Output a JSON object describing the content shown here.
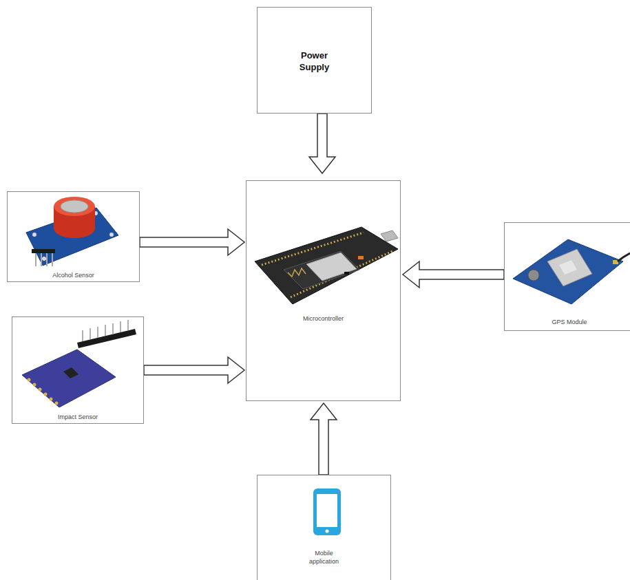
{
  "diagram": {
    "nodes": [
      {
        "text": [
          "Power Supply"
        ]
      },
      {
        "text": [
          "Alcohol Sensor"
        ]
      },
      {
        "text": [
          "Microcontroller"
        ]
      },
      {
        "text": [
          "GPS Module"
        ]
      },
      {
        "text": [
          "Impact Sensor"
        ]
      },
      {
        "text": [
          "Mobile application"
        ]
      }
    ],
    "edges": [
      {
        "from": 0,
        "to": 2,
        "arrow": "to"
      },
      {
        "from": 1,
        "to": 2,
        "arrow": "to"
      },
      {
        "from": 3,
        "to": 2,
        "arrow": "to"
      },
      {
        "from": 4,
        "to": 2,
        "arrow": "to"
      },
      {
        "from": 5,
        "to": 2,
        "arrow": "to"
      }
    ]
  }
}
